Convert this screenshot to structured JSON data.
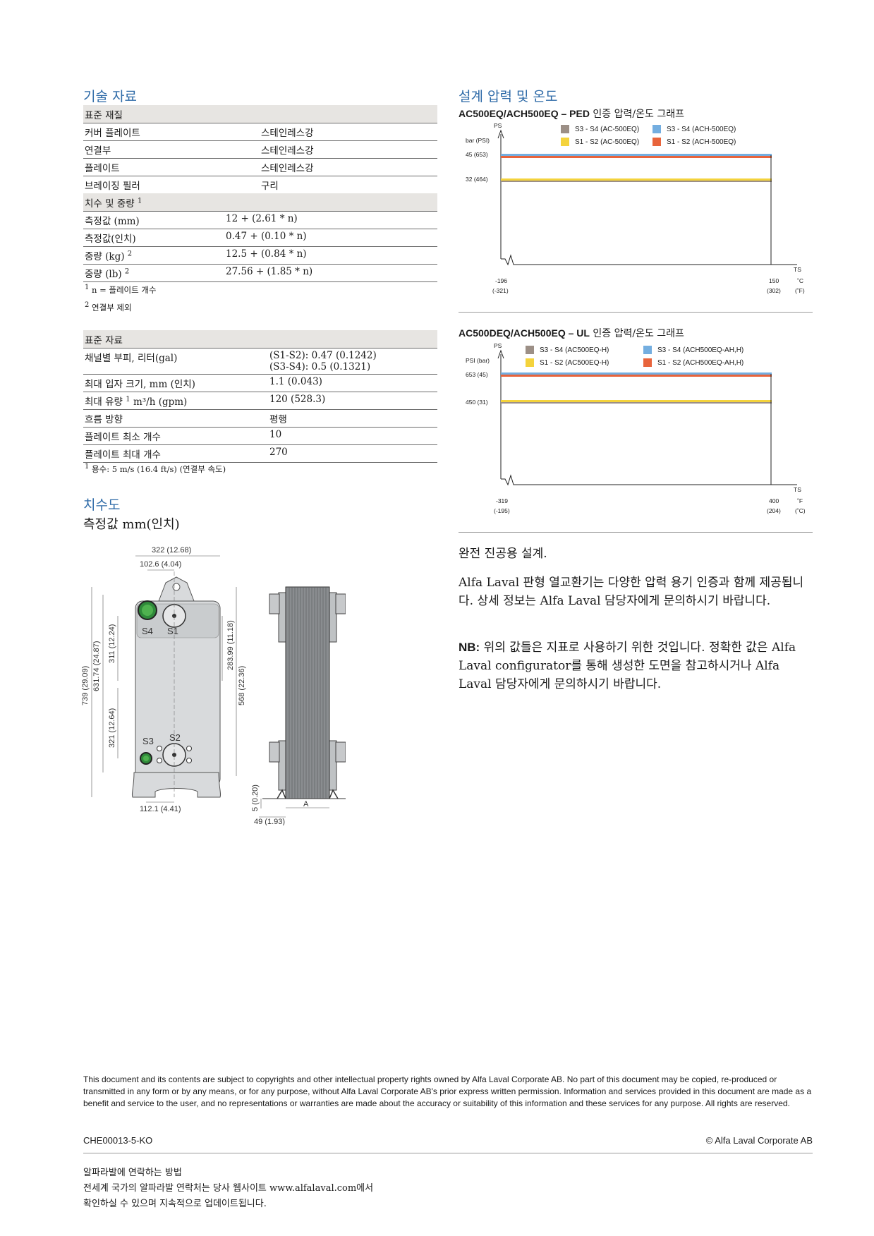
{
  "tech": {
    "title": "기술 자료",
    "materials": {
      "header": "표준 재질",
      "rows": [
        {
          "k": "커버 플레이트",
          "v": "스테인레스강"
        },
        {
          "k": "연결부",
          "v": "스테인레스강"
        },
        {
          "k": "플레이트",
          "v": "스테인레스강"
        },
        {
          "k": "브레이징 필러",
          "v": "구리"
        }
      ]
    },
    "dims": {
      "header": "치수 및 중량",
      "header_sup": "1",
      "rows": [
        {
          "k": "측정값 (mm)",
          "sup": "",
          "v": "12 + (2.61 * n)"
        },
        {
          "k": "측정값(인치)",
          "sup": "",
          "v": "0.47 + (0.10 * n)"
        },
        {
          "k": "중량 (kg)",
          "sup": "2",
          "v": "12.5 + (0.84 * n)"
        },
        {
          "k": "중량 (lb)",
          "sup": "2",
          "v": "27.56 + (1.85 * n)"
        }
      ],
      "note1_sup": "1",
      "note1": "n = 플레이트 개수",
      "note2_sup": "2",
      "note2": "연결부 제외"
    },
    "standard": {
      "header": "표준 자료",
      "volume_k": "채널별 부피, 리터(gal)",
      "volume_v1": "(S1-S2): 0.47 (0.1242)",
      "volume_v2": "(S3-S4): 0.5 (0.1321)",
      "particle_k": "최대 입자 크기, mm (인치)",
      "particle_v": "1.1 (0.043)",
      "flow_k1": "최대 유량",
      "flow_sup": "1",
      "flow_k2": "m³/h (gpm)",
      "flow_v": "120 (528.3)",
      "dir_k": "흐름 방향",
      "dir_v": "평행",
      "min_k": "플레이트 최소 개수",
      "min_v": "10",
      "max_k": "플레이트 최대 개수",
      "max_v": "270",
      "note_sup": "1",
      "note": "용수: 5 m/s (16.4 ft/s) (연결부 속도)"
    }
  },
  "drawing": {
    "title": "치수도",
    "subtitle": "측정값 mm(인치)",
    "d_width": "322 (12.68)",
    "d_top": "102.6 (4.04)",
    "d_h1": "739 (29.09)",
    "d_h2": "631.74 (24.87)",
    "d_h3": "311 (12.24)",
    "d_h4": "321 (12.64)",
    "d_h5": "283.99 (11.18)",
    "d_h6": "568 (22.36)",
    "d_bottom": "112.1 (4.41)",
    "d_side1": "5 (0.20)",
    "d_side2": "49 (1.93)",
    "lbl_a": "A",
    "s1": "S1",
    "s2": "S2",
    "s3": "S3",
    "s4": "S4"
  },
  "charts": {
    "title": "설계 압력 및 온도",
    "ped": {
      "title_bold": "AC500EQ/ACH500EQ – PED",
      "title_rest": " 인증 압력/온도 그래프",
      "ps": "PS",
      "unit": "bar (PSI)",
      "y_high": "45  (653)",
      "y_low": "32  (464)",
      "ts": "TS",
      "x_left1": "-196",
      "x_left2": "(-321)",
      "x_right1": "150",
      "x_right2": "(302)",
      "unit_x1": "˚C",
      "unit_x2": "(˚F)",
      "legend": [
        {
          "label": "S3 - S4    (AC-500EQ)",
          "color": "#9c8f86"
        },
        {
          "label": "S3 - S4    (ACH-500EQ)",
          "color": "#74aee0"
        },
        {
          "label": "S1 - S2    (AC-500EQ)",
          "color": "#f4d33c"
        },
        {
          "label": "S1 - S2    (ACH-500EQ)",
          "color": "#e8643c"
        }
      ]
    },
    "ul": {
      "title_bold": "AC500DEQ/ACH500EQ – UL",
      "title_rest": " 인증 압력/온도 그래프",
      "ps": "PS",
      "unit": "PSI (bar)",
      "y_high": "653 (45)",
      "y_low": "450 (31)",
      "ts": "TS",
      "x_left1": "-319",
      "x_left2": "(-195)",
      "x_right1": "400",
      "x_right2": "(204)",
      "unit_x1": "˚F",
      "unit_x2": "(˚C)",
      "legend": [
        {
          "label": "S3 - S4    (AC500EQ-H)",
          "color": "#9c8f86"
        },
        {
          "label": "S3 - S4    (ACH500EQ-AH,H)",
          "color": "#74aee0"
        },
        {
          "label": "S1 - S2    (AC500EQ-H)",
          "color": "#f4d33c"
        },
        {
          "label": "S1 - S2    (ACH500EQ-AH,H)",
          "color": "#e8643c"
        }
      ]
    }
  },
  "text": {
    "vacuum": "완전 진공용 설계.",
    "info": "Alfa Laval 판형 열교환기는 다양한 압력 용기 인증과 함께 제공됩니다. 상세 정보는 Alfa Laval 담당자에게 문의하시기 바랍니다.",
    "nb_label": "NB:",
    "nb": " 위의 값들은 지표로 사용하기 위한 것입니다. 정확한 값은 Alfa Laval configurator를 통해 생성한 도면을 참고하시거나 Alfa Laval 담당자에게 문의하시기 바랍니다."
  },
  "footer": {
    "legal": "This document and its contents are subject to copyrights and other intellectual property rights owned by Alfa Laval Corporate AB. No part of this document may be copied, re-produced or transmitted in any form or by any means, or for any purpose, without Alfa Laval Corporate AB's prior express written permission. Information and services provided in this document are made as a benefit and service to the user, and no representations or warranties are made about the accuracy or suitability of this information and these services for any purpose. All rights are reserved.",
    "doc_id": "CHE00013-5-KO",
    "copyright": "© Alfa Laval Corporate AB",
    "contact_title": "알파라발에 연락하는 방법",
    "contact_l1": "전세계 국가의 알파라발 연락처는 당사 웹사이트 www.alfalaval.com에서",
    "contact_l2": "확인하실 수 있으며 지속적으로 업데이트됩니다."
  }
}
